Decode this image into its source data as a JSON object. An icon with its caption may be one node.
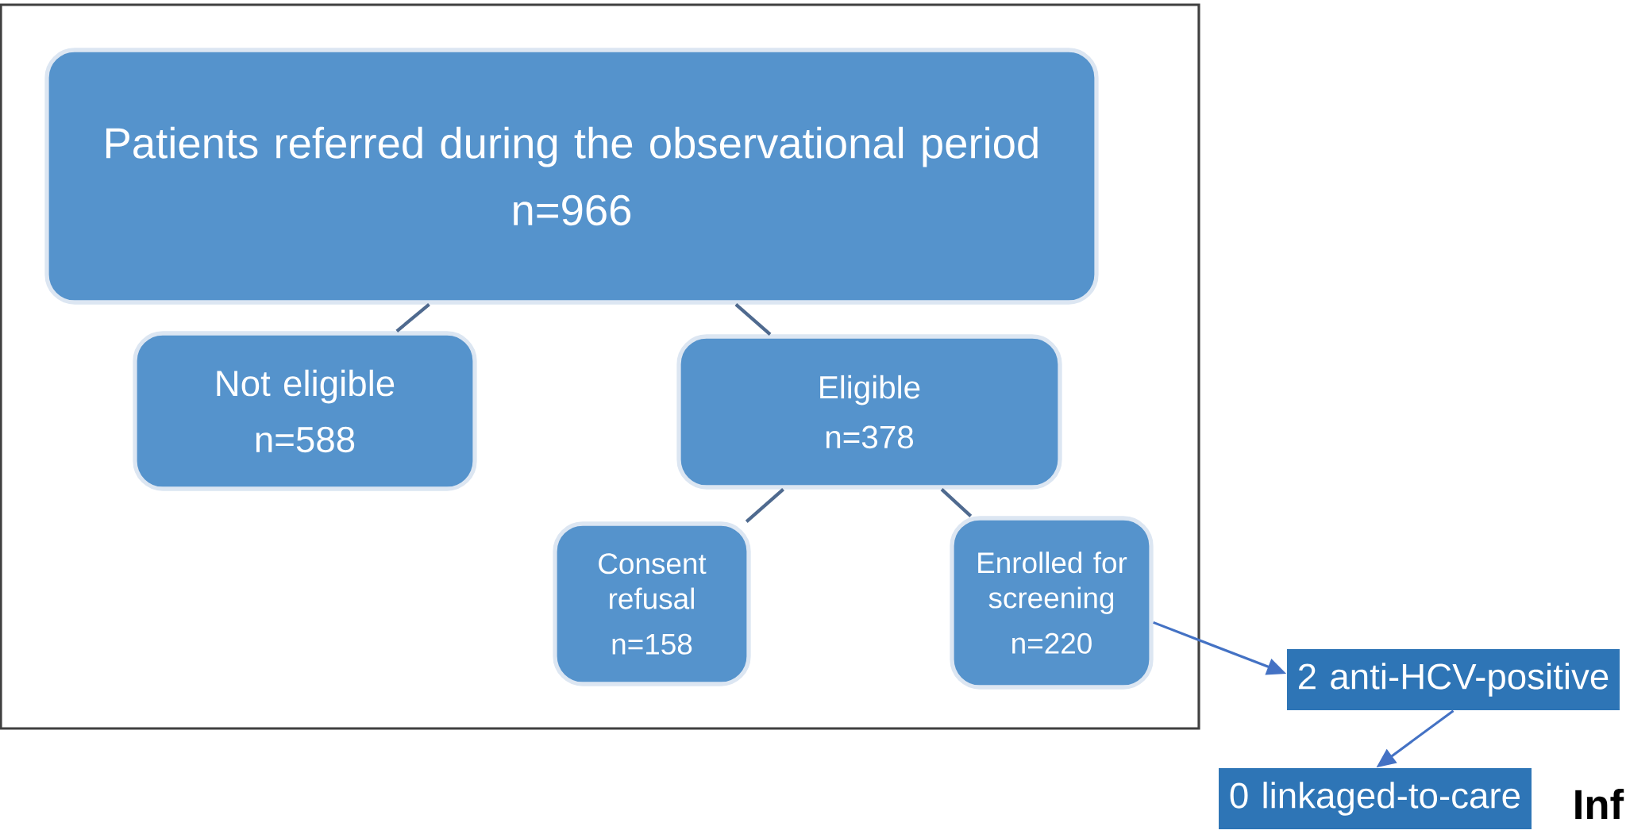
{
  "diagram": {
    "nodes": [
      {
        "text": [
          "Patients referred during the observational period",
          "n=966"
        ]
      },
      {
        "text": [
          "Not eligible",
          "n=588"
        ]
      },
      {
        "text": [
          "Eligible",
          "n=378"
        ]
      },
      {
        "text": [
          "Consent refusal",
          "n=158"
        ]
      },
      {
        "text": [
          "Enrolled for screening",
          "n=220"
        ]
      },
      {
        "text": [
          "2 anti-HCV-positive"
        ]
      },
      {
        "text": [
          "0 linkaged-to-care"
        ]
      }
    ],
    "edges": [
      {
        "from": 0,
        "to": 1,
        "arrow": "none"
      },
      {
        "from": 0,
        "to": 2,
        "arrow": "none"
      },
      {
        "from": 2,
        "to": 3,
        "arrow": "none"
      },
      {
        "from": 2,
        "to": 4,
        "arrow": "none"
      },
      {
        "from": 4,
        "to": 5,
        "arrow": "to",
        "color": "#4472c4"
      },
      {
        "from": 5,
        "to": 6,
        "arrow": "to",
        "color": "#4472c4"
      }
    ],
    "labels": [
      "Inf"
    ]
  }
}
